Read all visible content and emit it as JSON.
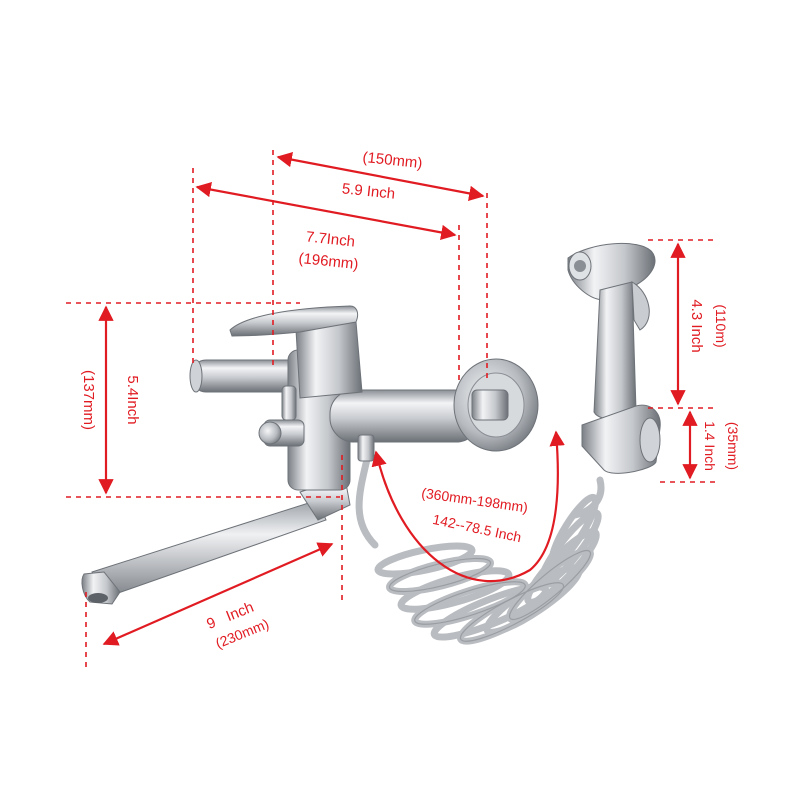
{
  "dimensions": {
    "top_width_mm": "(150mm)",
    "top_width_in": "5.9 Inch",
    "span_in": "7.7Inch",
    "span_mm": "(196mm)",
    "height_in": "5.4Inch",
    "height_mm": "(137mm)",
    "sprayer_height_in": "4.3 Inch",
    "sprayer_height_mm": "(110m)",
    "holder_height_in": "1.4 Inch",
    "holder_height_mm": "(35mm)",
    "hose_mm": "(360mm-198mm)",
    "hose_in": "142--78.5 Inch",
    "spout_in": "9   Inch",
    "spout_mm": "(230mm)"
  },
  "colors": {
    "dimension": "#e11b22",
    "steel_light": "#eef0f2",
    "steel_dark": "#6f747a",
    "hose": "#b9bcc0"
  }
}
